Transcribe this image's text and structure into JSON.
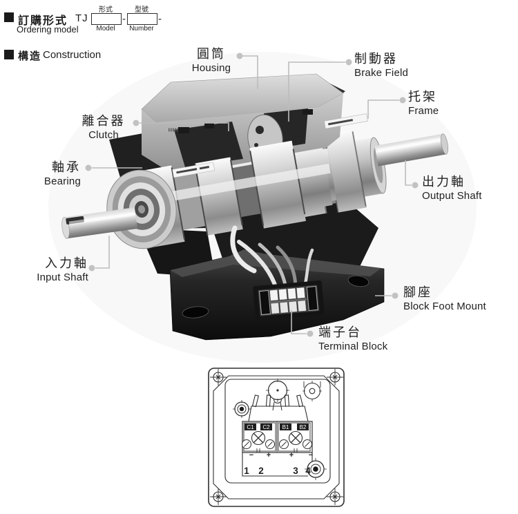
{
  "ordering": {
    "title_zh": "訂購形式",
    "title_en": "Ordering model",
    "code": "TJ",
    "field1_top": "形式",
    "field1_bottom": "Model",
    "field2_top": "型號",
    "field2_bottom": "Number",
    "dash": "-"
  },
  "construction": {
    "title_zh": "構造",
    "title_en": "Construction"
  },
  "parts": [
    {
      "id": "housing",
      "zh": "圓筒",
      "en": "Housing"
    },
    {
      "id": "brake-field",
      "zh": "制動器",
      "en": "Brake Field"
    },
    {
      "id": "frame",
      "zh": "托架",
      "en": "Frame"
    },
    {
      "id": "clutch",
      "zh": "離合器",
      "en": "Clutch"
    },
    {
      "id": "bearing",
      "zh": "軸承",
      "en": "Bearing"
    },
    {
      "id": "output-shaft",
      "zh": "出力軸",
      "en": "Output Shaft"
    },
    {
      "id": "input-shaft",
      "zh": "入力軸",
      "en": "Input Shaft"
    },
    {
      "id": "block-foot-mount",
      "zh": "腳座",
      "en": "Block Foot Mount"
    },
    {
      "id": "terminal-block",
      "zh": "端子台",
      "en": "Terminal Block"
    }
  ],
  "terminal_diagram": {
    "terminals": [
      "C1",
      "C2",
      "B1",
      "B2"
    ],
    "polarity": [
      "−",
      "+",
      "+",
      "−"
    ],
    "numbers": [
      "1",
      "2",
      "3",
      "4"
    ]
  },
  "colors": {
    "ink": "#1f1f1f",
    "leader": "#bcbcbc",
    "diagram_line": "#2e2e2e"
  }
}
